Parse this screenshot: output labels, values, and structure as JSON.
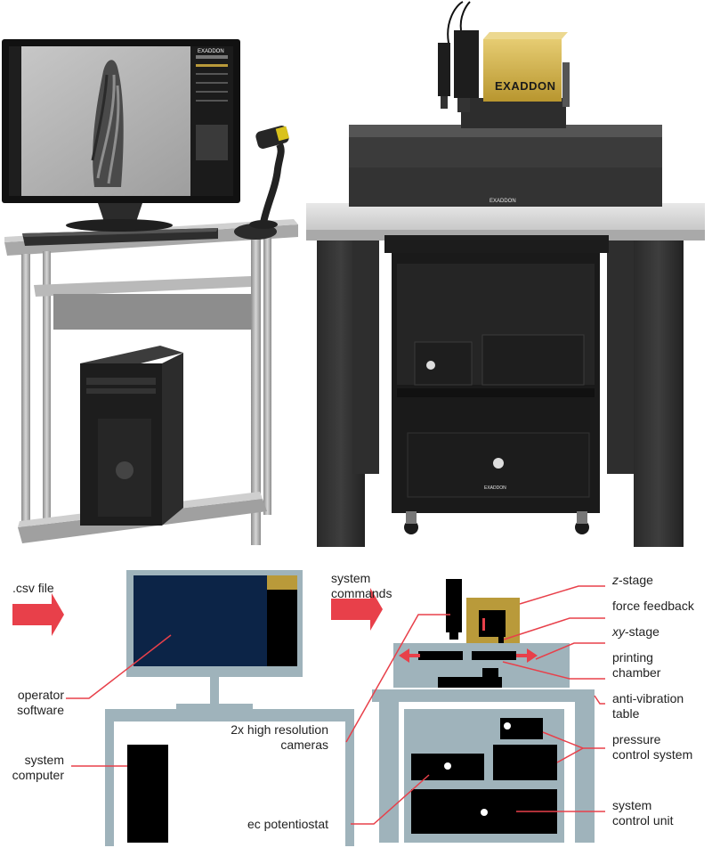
{
  "brand": {
    "logo_text": "EXADDON"
  },
  "colors": {
    "accent_red": "#e8404a",
    "frame_gray": "#9fb3bb",
    "screen_navy": "#0c2447",
    "gold": "#b99a3a",
    "black": "#000000"
  },
  "labels": {
    "csv_file": ".csv file",
    "system_commands_1": "system",
    "system_commands_2": "commands",
    "operator_software_1": "operator",
    "operator_software_2": "software",
    "system_computer_1": "system",
    "system_computer_2": "computer",
    "cameras_1": "2x high resolution",
    "cameras_2": "cameras",
    "ec_potentiostat": "ec potentiostat",
    "z_stage_axis": "z",
    "z_stage_rest": "-stage",
    "force_feedback": "force feedback",
    "xy_stage_axis": "xy",
    "xy_stage_rest": "-stage",
    "printing_chamber_1": "printing",
    "printing_chamber_2": "chamber",
    "anti_vibration_1": "anti-vibration",
    "anti_vibration_2": "table",
    "pressure_control_1": "pressure",
    "pressure_control_2": "control system",
    "system_control_1": "system",
    "system_control_2": "control unit"
  }
}
